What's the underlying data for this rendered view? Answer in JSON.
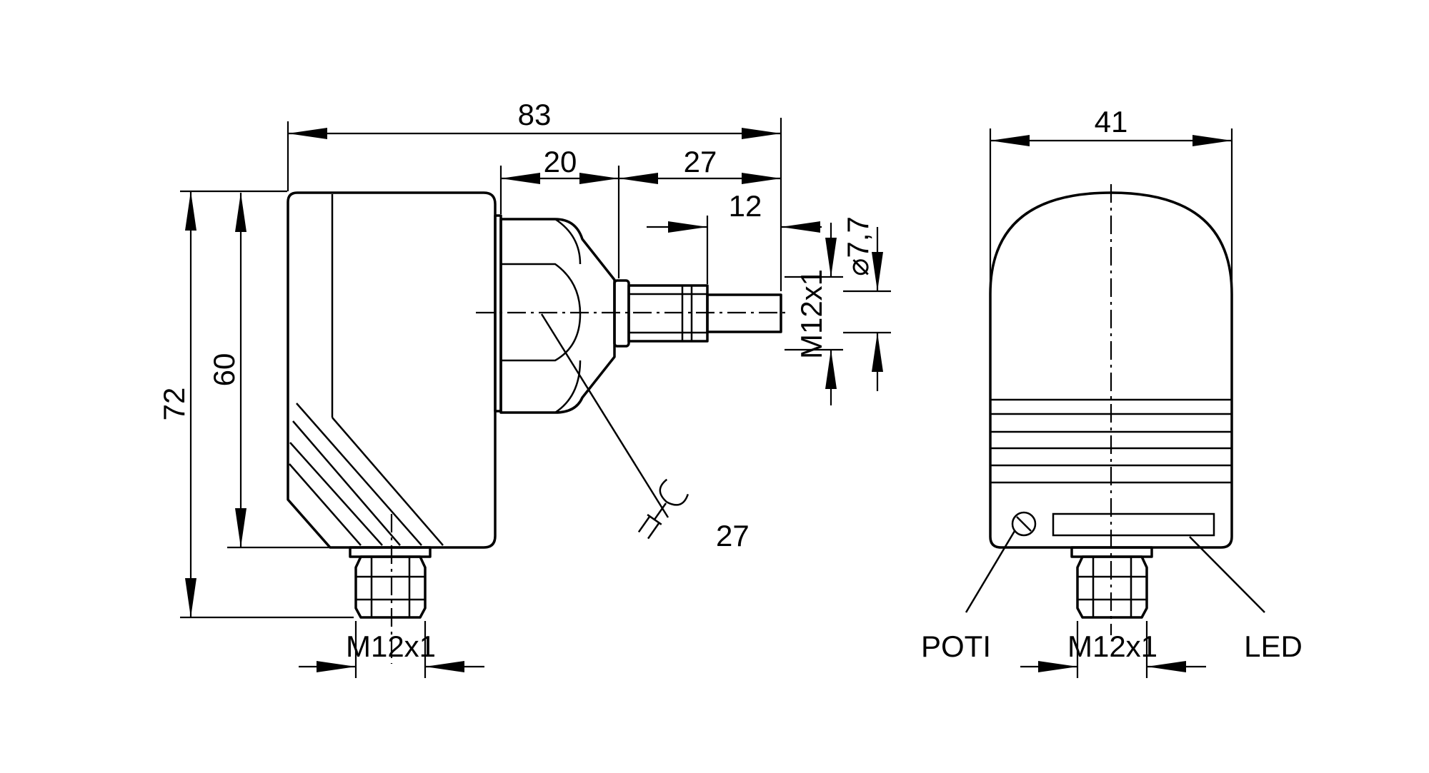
{
  "dimensions": {
    "length_total": "83",
    "length_head": "20",
    "length_connector": "27",
    "length_thread": "12",
    "height_total": "72",
    "height_body": "60",
    "width_front": "41",
    "diameter": "⌀7,7"
  },
  "threads": {
    "side": "M12x1",
    "bottom_left": "M12x1",
    "bottom_right": "M12x1"
  },
  "wrench": {
    "size": "27"
  },
  "callouts": {
    "poti": "POTI",
    "led": "LED"
  }
}
